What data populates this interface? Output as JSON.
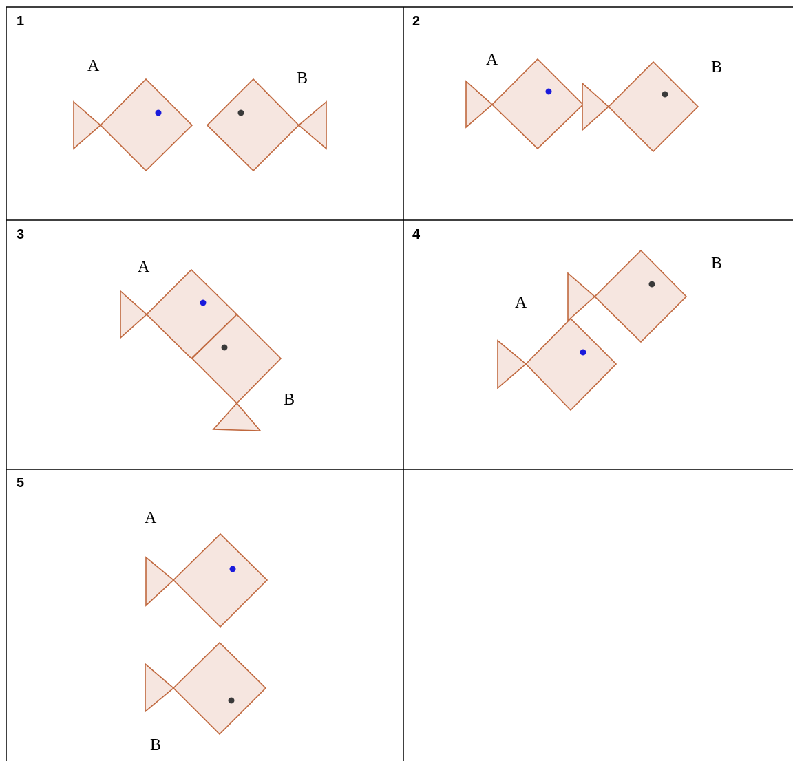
{
  "panels": [
    {
      "number": "1",
      "label_a": "A",
      "label_b": "B"
    },
    {
      "number": "2",
      "label_a": "A",
      "label_b": "B"
    },
    {
      "number": "3",
      "label_a": "A",
      "label_b": "B"
    },
    {
      "number": "4",
      "label_a": "A",
      "label_b": "B"
    },
    {
      "number": "5",
      "label_a": "A",
      "label_b": "B"
    }
  ],
  "colors": {
    "fish_fill": "#f6e6e0",
    "fish_stroke": "#c0683e",
    "dot_a": "#1a1adc",
    "dot_b": "#3a3a3a",
    "grid_lines": "#000000"
  }
}
